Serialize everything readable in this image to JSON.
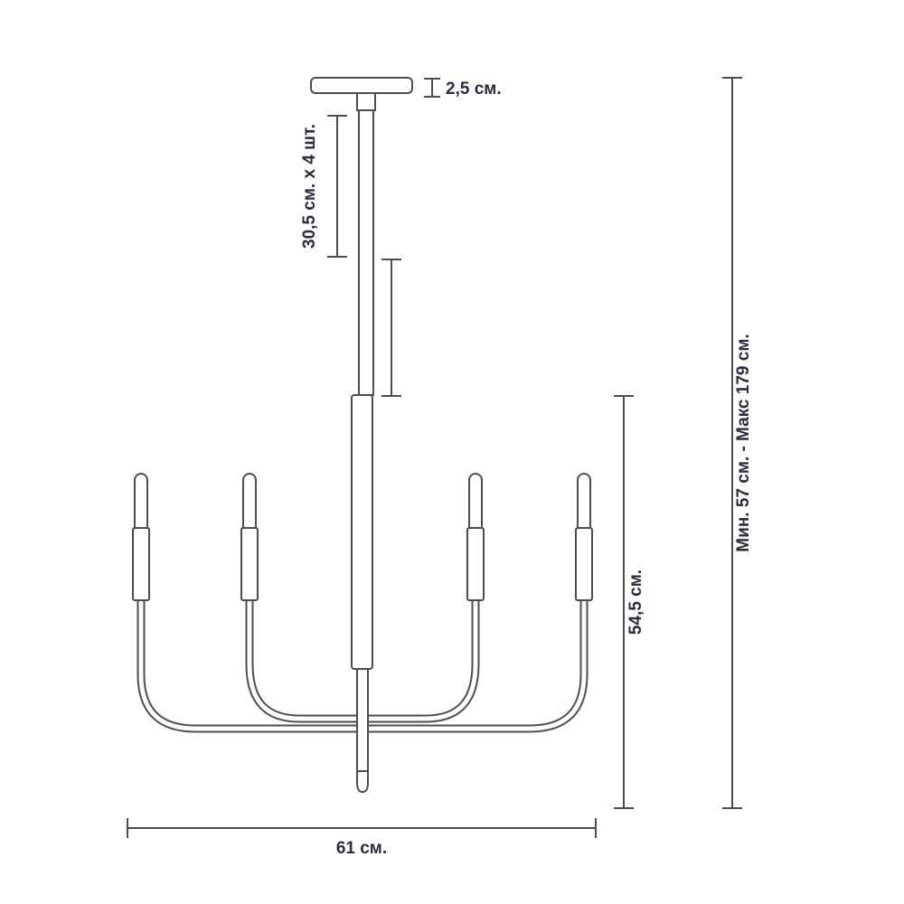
{
  "page": {
    "background": "#ffffff"
  },
  "drawing": {
    "subject": "chandelier-dimension-diagram",
    "line_color": "#4d4d4d",
    "text_color": "#2b2b40",
    "lamp_arm_count": 4
  },
  "dimensions": {
    "canopy_height": {
      "label": "2,5 см."
    },
    "rod_section": {
      "label": "30,5 см. х 4 шт."
    },
    "body_height": {
      "label": "54,5 см."
    },
    "overall_height": {
      "label": "Мин. 57 см. - Макс 179 см."
    },
    "width": {
      "label": "61 см."
    }
  }
}
